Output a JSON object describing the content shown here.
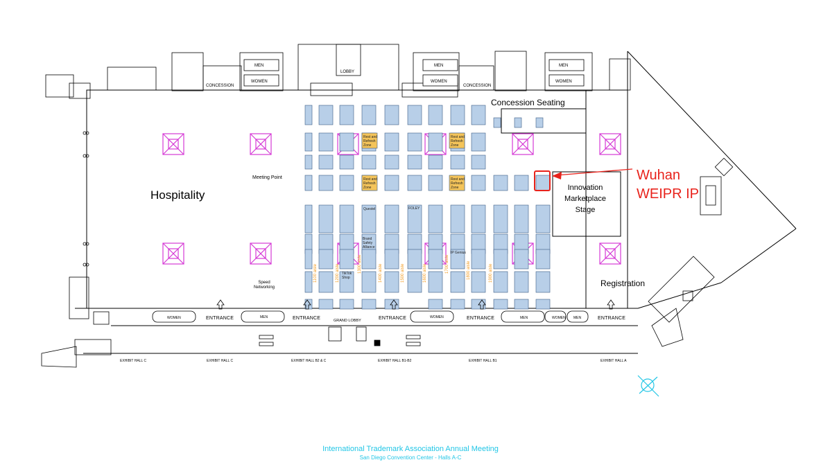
{
  "map": {
    "areas": {
      "hospitality": "Hospitality",
      "concession_seating": "Concession Seating",
      "registration": "Registration",
      "meeting_point": "Meeting Point",
      "speed_networking": "Speed Networking",
      "stage": "Innovation Marketplace Stage",
      "lobby": "LOBBY",
      "grand_lobby": "GRAND LOBBY"
    },
    "entrances": [
      "ENTRANCE",
      "ENTRANCE",
      "ENTRANCE",
      "ENTRANCE",
      "ENTRANCE"
    ],
    "restrooms": {
      "men": "MEN",
      "women": "WOMEN",
      "concession": "CONCESSION"
    },
    "exhibit_halls": [
      "EXHIBIT HALL C",
      "EXHIBIT HALL C",
      "EXHIBIT HALL B2 & C",
      "EXHIBIT HALL B1-B2",
      "EXHIBIT HALL B1",
      "EXHIBIT HALL A"
    ],
    "aisles": [
      "1100 aisle",
      "1200 aisle",
      "1300 aisle",
      "1400 aisle",
      "1500 aisle",
      "1600 aisle",
      "1700 aisle",
      "1800 aisle",
      "1900 aisle"
    ],
    "booth_labels": {
      "rest_refresh": "Rest and Refresh Zone",
      "questel": "Questel",
      "tiktok": "TikTok Shop",
      "brand_safety": "Brand Safety Alliance",
      "foley": "FOLEY",
      "ip_genius": "IP Genius"
    },
    "callout": {
      "text": "Wuhan WEIPR IP",
      "color": "#e8221b"
    },
    "footer": {
      "title": "International Trademark Association Annual Meeting",
      "subtitle": "San Diego Convention Center - Halls A-C",
      "color": "#22c6e6"
    },
    "colors": {
      "booth": "#b8cfe8",
      "booth_outline": "#3b5c86",
      "rest_zone": "#f4c45a",
      "column_marker": "#d63ad6",
      "aisle_label": "#f29a1f"
    }
  }
}
